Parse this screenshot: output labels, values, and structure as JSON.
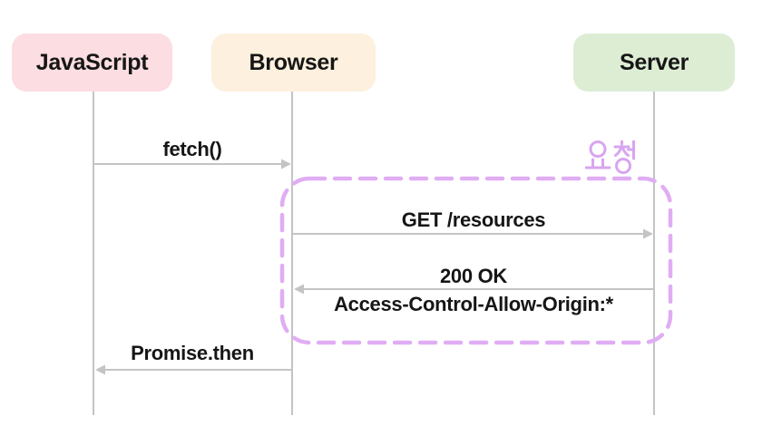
{
  "actors": [
    {
      "label": "JavaScript",
      "fill": "#fcdde2"
    },
    {
      "label": "Browser",
      "fill": "#fdf0de"
    },
    {
      "label": "Server",
      "fill": "#ddedd4"
    }
  ],
  "messages": [
    {
      "label": "fetch()",
      "from": "JavaScript",
      "to": "Browser",
      "direction": "right"
    },
    {
      "label": "GET /resources",
      "from": "Browser",
      "to": "Server",
      "direction": "right"
    },
    {
      "label": "200 OK",
      "sublabel": "Access-Control-Allow-Origin:*",
      "from": "Server",
      "to": "Browser",
      "direction": "left"
    },
    {
      "label": "Promise.then",
      "from": "Browser",
      "to": "JavaScript",
      "direction": "left"
    }
  ],
  "group_box": {
    "label": "요청",
    "border": "#e0adf3",
    "label_color": "#d8a5f0"
  },
  "colors": {
    "line": "#c4c4c4",
    "text": "#161616",
    "background": "#ffffff"
  }
}
